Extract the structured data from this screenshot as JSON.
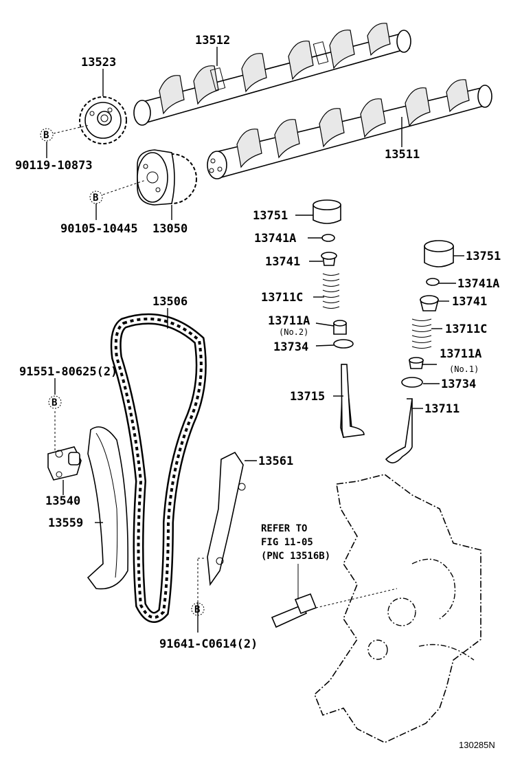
{
  "diagram": {
    "labels": {
      "camshaft_exhaust": "13512",
      "cam_sprocket": "13523",
      "bolt_sprocket": "90119-10873",
      "camshaft_intake": "13511",
      "vvt_gear": "13050",
      "bolt_vvt": "90105-10445",
      "lifter_left": "13751",
      "shim_left": "13741A",
      "retainer_left": "13741",
      "spring_left": "13711C",
      "seat_left": "13711A",
      "seat_left_note": "(No.2)",
      "washer_left": "13734",
      "valve_left": "13715",
      "lifter_right": "13751",
      "shim_right": "13741A",
      "retainer_right": "13741",
      "spring_right": "13711C",
      "seat_right": "13711A",
      "seat_right_note": "(No.1)",
      "washer_right": "13734",
      "valve_right": "13711",
      "chain": "13506",
      "bolt_tensioner": "91551-80625(2)",
      "tensioner": "13540",
      "slipper": "13559",
      "damper": "13561",
      "bolt_damper": "91641-C0614(2)",
      "refer_line1": "REFER TO",
      "refer_line2": "FIG 11-05",
      "refer_line3": "(PNC 13516B)",
      "figure_code": "130285N"
    },
    "callout_symbol": "B"
  }
}
